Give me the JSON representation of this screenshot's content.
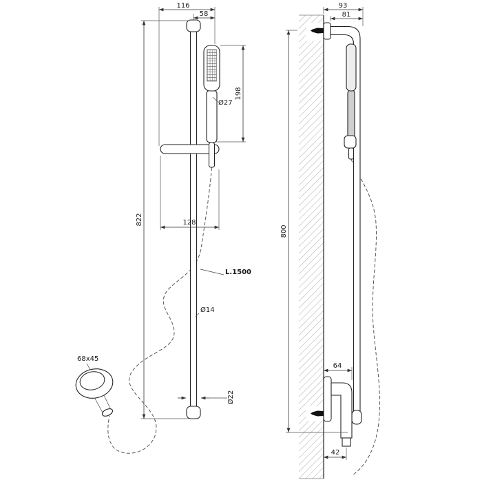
{
  "drawing_title": "shower-rail-set-technical-drawing",
  "palette": {
    "ink": "#222222",
    "dim_line": "#333333",
    "hatch": "#b0b0b0",
    "background": "#ffffff"
  },
  "front_view": {
    "dim_top_width": "116",
    "dim_top_offset": "58",
    "dim_handshower_length": "198",
    "dim_handshower_diameter": "Ø27",
    "dim_rail_height": "822",
    "dim_slider_width": "128",
    "hose_length_label": "L.1500",
    "dim_rail_diameter": "Ø14",
    "dim_endcap_diameter": "Ø22",
    "outlet_size_label": "68x45"
  },
  "side_view": {
    "dim_depth_outer": "93",
    "dim_depth_inner": "81",
    "dim_wall_height": "800",
    "dim_outlet_depth": "64",
    "dim_outlet_offset": "42"
  }
}
